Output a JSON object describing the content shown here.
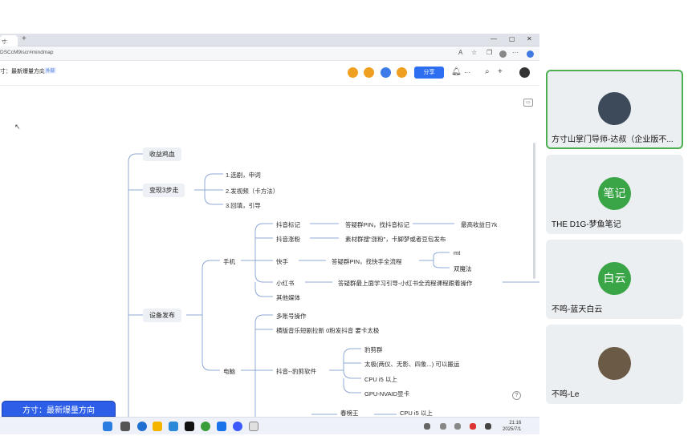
{
  "browser": {
    "tab_label": "寸:",
    "new_tab_icon": "+",
    "url": "DSCcM9iscr#mindmap",
    "window_controls": [
      "—",
      "▢",
      "✕"
    ]
  },
  "doc": {
    "title": "寸：最新爆量方向",
    "badge": "外部",
    "share_label": "分享",
    "more_label": "···"
  },
  "mindmap": {
    "level1": [
      "收益鸡血",
      "变现3步走",
      "设备发布"
    ],
    "steps": [
      "1.选剧，申词",
      "2.发视频（卡方法）",
      "3.回填，引导"
    ],
    "device_phone": "手机",
    "device_pc": "电脑",
    "phone_items": [
      "抖音标记",
      "抖音涨粉",
      "快手",
      "小红书",
      "其他媒体"
    ],
    "douyin_mark_detail": "答疑群PIN，找抖音标记",
    "douyin_mark_income": "最高收益日7k",
    "douyin_fans_detail": "素材群搜\"涨粉\"，卡脚梦或者豆包发布",
    "kuaishou_detail": "答疑群PIN，找快手全流程",
    "kuaishou_methods": [
      "mt",
      "双魔法"
    ],
    "xhs_detail": "答疑群最上面学习引导-小红书全流程课程跟着操作",
    "pc_items": [
      "多账号操作",
      "横版音乐短剧拉新 0粉发抖音 要卡太极",
      "抖音--豹剪软件"
    ],
    "baojian_items": [
      "豹剪群",
      "太极(两仪、无影、四象...) 可以搬运",
      "CPU i5 以上",
      "GPU-NVAID显卡"
    ],
    "partial_bottom_left": "春榜王",
    "partial_bottom_right": "CPU i5 以上"
  },
  "banner": {
    "text": "方寸：最新爆量方向"
  },
  "taskbar": {
    "time": "21:16",
    "date": "2025/7/1"
  },
  "participants": [
    {
      "name": "方寸山掌门导师-达叔（企业版不...",
      "avatar_text": "",
      "avatar_color": "#3c4a5a",
      "active": true
    },
    {
      "name": "THE D1G-梦鱼笔记",
      "avatar_text": "笔记",
      "avatar_color": "#3aa546",
      "active": false
    },
    {
      "name": "不鸣-蓝天白云",
      "avatar_text": "白云",
      "avatar_color": "#3aa546",
      "active": false
    },
    {
      "name": "不鸣-Le",
      "avatar_text": "",
      "avatar_color": "#6b5a45",
      "active": false
    }
  ],
  "colors": {
    "accent": "#2d6ff0",
    "active_border": "#4caf50",
    "branch_line": "#8fa8d6"
  }
}
